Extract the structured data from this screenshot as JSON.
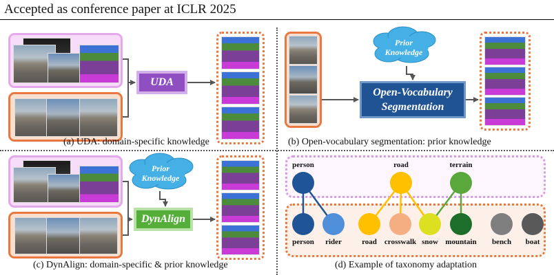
{
  "header": "Accepted as conference paper at ICLR 2025",
  "methods": {
    "uda": "UDA",
    "ovs_line1": "Open-Vocabulary",
    "ovs_line2": "Segmentation",
    "dynalign": "DynAlign"
  },
  "prior": {
    "line1": "Prior",
    "line2": "Knowledge"
  },
  "captions": {
    "a": "(a)  UDA: domain-specific knowledge",
    "b": "(b) Open-vocabulary segmentation: prior knowledge",
    "c": "(c) DynAlign: domain-specific & prior knowledge",
    "d": "(d) Example of taxonomy adaptation"
  },
  "taxonomy": {
    "source_labels": [
      "person",
      "road",
      "terrain"
    ],
    "target_labels": [
      "person",
      "rider",
      "road",
      "crosswalk",
      "snow",
      "mountain",
      "bench",
      "boat"
    ]
  },
  "colors": {
    "person": "#1f5496",
    "rider": "#4f8ed8",
    "road": "#ffc000",
    "crosswalk": "#f4ae82",
    "snow": "#dde021",
    "mountain": "#1d6e2a",
    "terrain": "#5aa83c",
    "bench": "#7f7f7f",
    "boat": "#595959",
    "uda": "#8f4fc0",
    "ovs": "#1f5393",
    "dynalign": "#55ae3a",
    "cloud": "#45b0e6"
  }
}
